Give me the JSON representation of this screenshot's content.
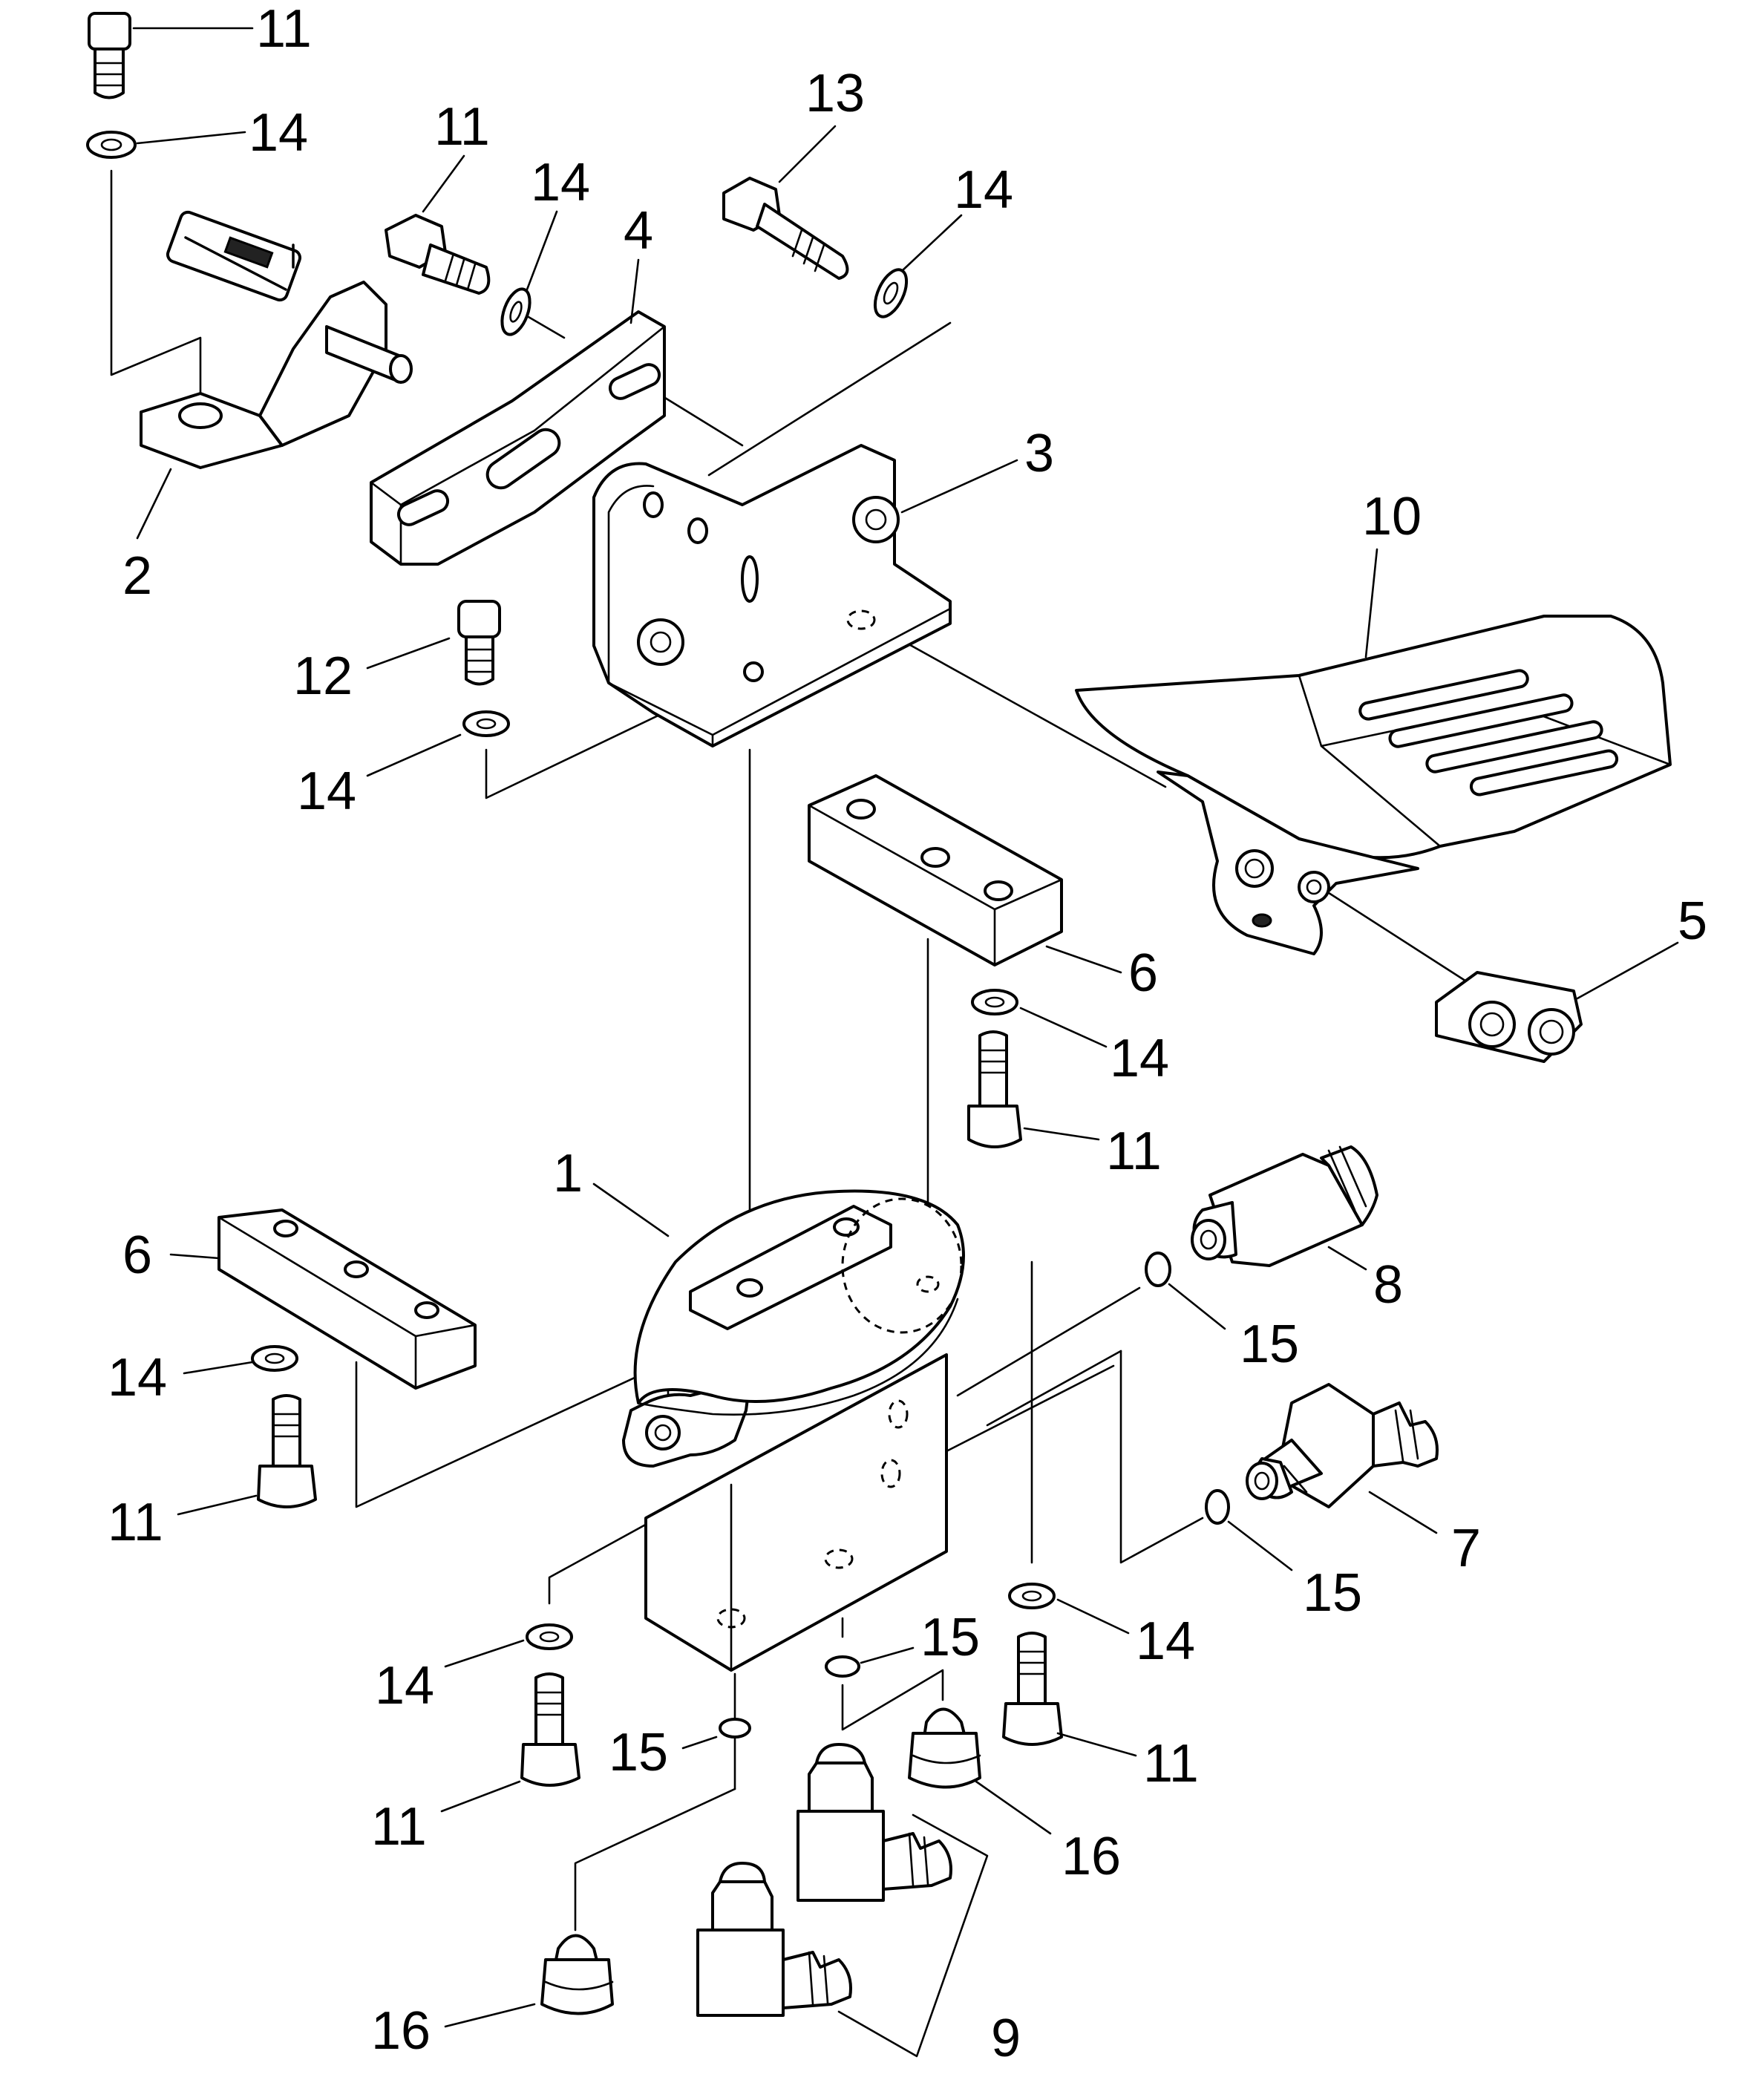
{
  "labels": {
    "p1": "1",
    "p2": "2",
    "p3": "3",
    "p4": "4",
    "p5": "5",
    "p6a": "6",
    "p6b": "6",
    "p7": "7",
    "p8": "8",
    "p9": "9",
    "p10": "10",
    "p11a": "11",
    "p11b": "11",
    "p11c": "11",
    "p11d": "11",
    "p11e": "11",
    "p11f": "11",
    "p12": "12",
    "p13": "13",
    "p14a": "14",
    "p14b": "14",
    "p14c": "14",
    "p14d": "14",
    "p14e": "14",
    "p14f": "14",
    "p14g": "14",
    "p14h": "14",
    "p15a": "15",
    "p15b": "15",
    "p15c": "15",
    "p15d": "15",
    "p16a": "16",
    "p16b": "16"
  }
}
